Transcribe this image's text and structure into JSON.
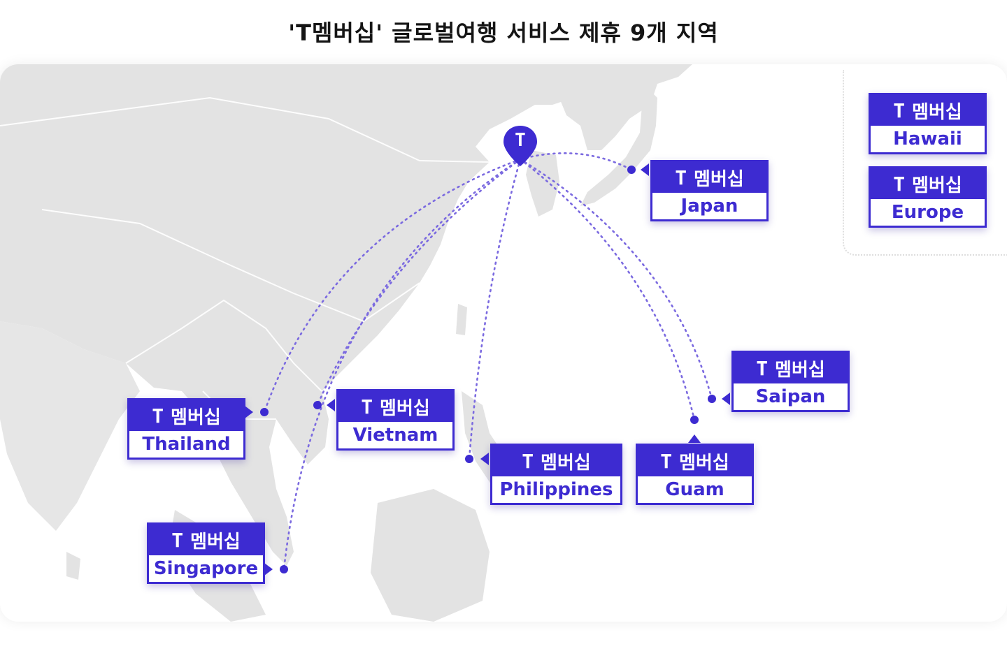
{
  "title": "'T멤버십' 글로벌여행 서비스 제휴 9개 지역",
  "brand": {
    "letter": "T",
    "label": "멤버십"
  },
  "colors": {
    "accent": "#3d2bd1",
    "land": "#e3e3e3",
    "route": "#7b6ae0"
  },
  "origin_icon": "t-location-pin-icon",
  "regions": [
    {
      "id": "japan",
      "name": "Japan"
    },
    {
      "id": "thailand",
      "name": "Thailand"
    },
    {
      "id": "vietnam",
      "name": "Vietnam"
    },
    {
      "id": "philippines",
      "name": "Philippines"
    },
    {
      "id": "guam",
      "name": "Guam"
    },
    {
      "id": "saipan",
      "name": "Saipan"
    },
    {
      "id": "singapore",
      "name": "Singapore"
    },
    {
      "id": "hawaii",
      "name": "Hawaii"
    },
    {
      "id": "europe",
      "name": "Europe"
    }
  ]
}
